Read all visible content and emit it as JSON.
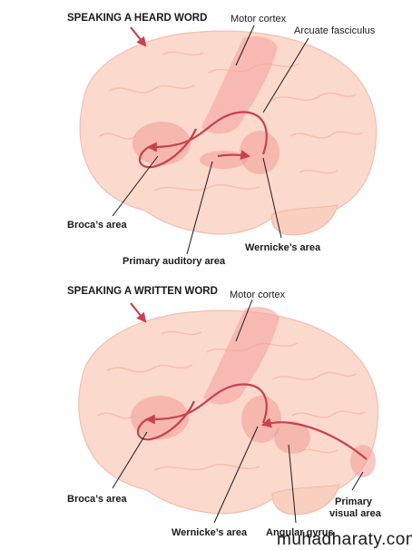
{
  "panel_top": {
    "title": "SPEAKING A HEARD WORD",
    "labels": {
      "motor_cortex": "Motor cortex",
      "arcuate": "Arcuate fasciculus",
      "broca": "Broca’s area",
      "primary_auditory": "Primary auditory area",
      "wernicke": "Wernicke’s area"
    }
  },
  "panel_bottom": {
    "title": "SPEAKING A WRITTEN WORD",
    "labels": {
      "motor_cortex": "Motor cortex",
      "broca": "Broca’s area",
      "wernicke": "Wernicke’s area",
      "angular": "Angular gyrus",
      "primary_visual_1": "Primary",
      "primary_visual_2": "visual area"
    }
  },
  "watermark": "muhadharaty.com",
  "colors": {
    "brain": "#fbd9cc",
    "highlight": "#f5a7a3",
    "pathway": "#c8414e"
  }
}
